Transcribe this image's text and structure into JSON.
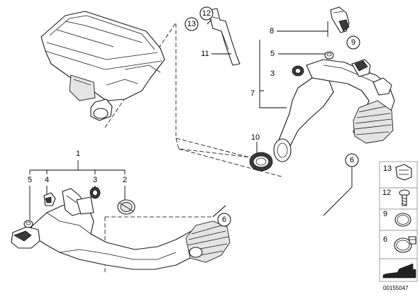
{
  "callouts": {
    "c12": "12",
    "c13": "13",
    "c11": "11",
    "c8": "8",
    "c9": "9",
    "c5_top": "5",
    "c3_top": "3",
    "c7": "7",
    "c10": "10",
    "c6_right": "6",
    "c1": "1",
    "c5_left": "5",
    "c4": "4",
    "c3_left": "3",
    "c2": "2",
    "c6_left": "6"
  },
  "legend": {
    "items": [
      {
        "number": "13",
        "icon": "clip-icon"
      },
      {
        "number": "12",
        "icon": "screw-icon"
      },
      {
        "number": "9",
        "icon": "o-ring-icon"
      },
      {
        "number": "6",
        "icon": "hose-clamp-icon"
      }
    ]
  },
  "diagram_id": "00155047"
}
